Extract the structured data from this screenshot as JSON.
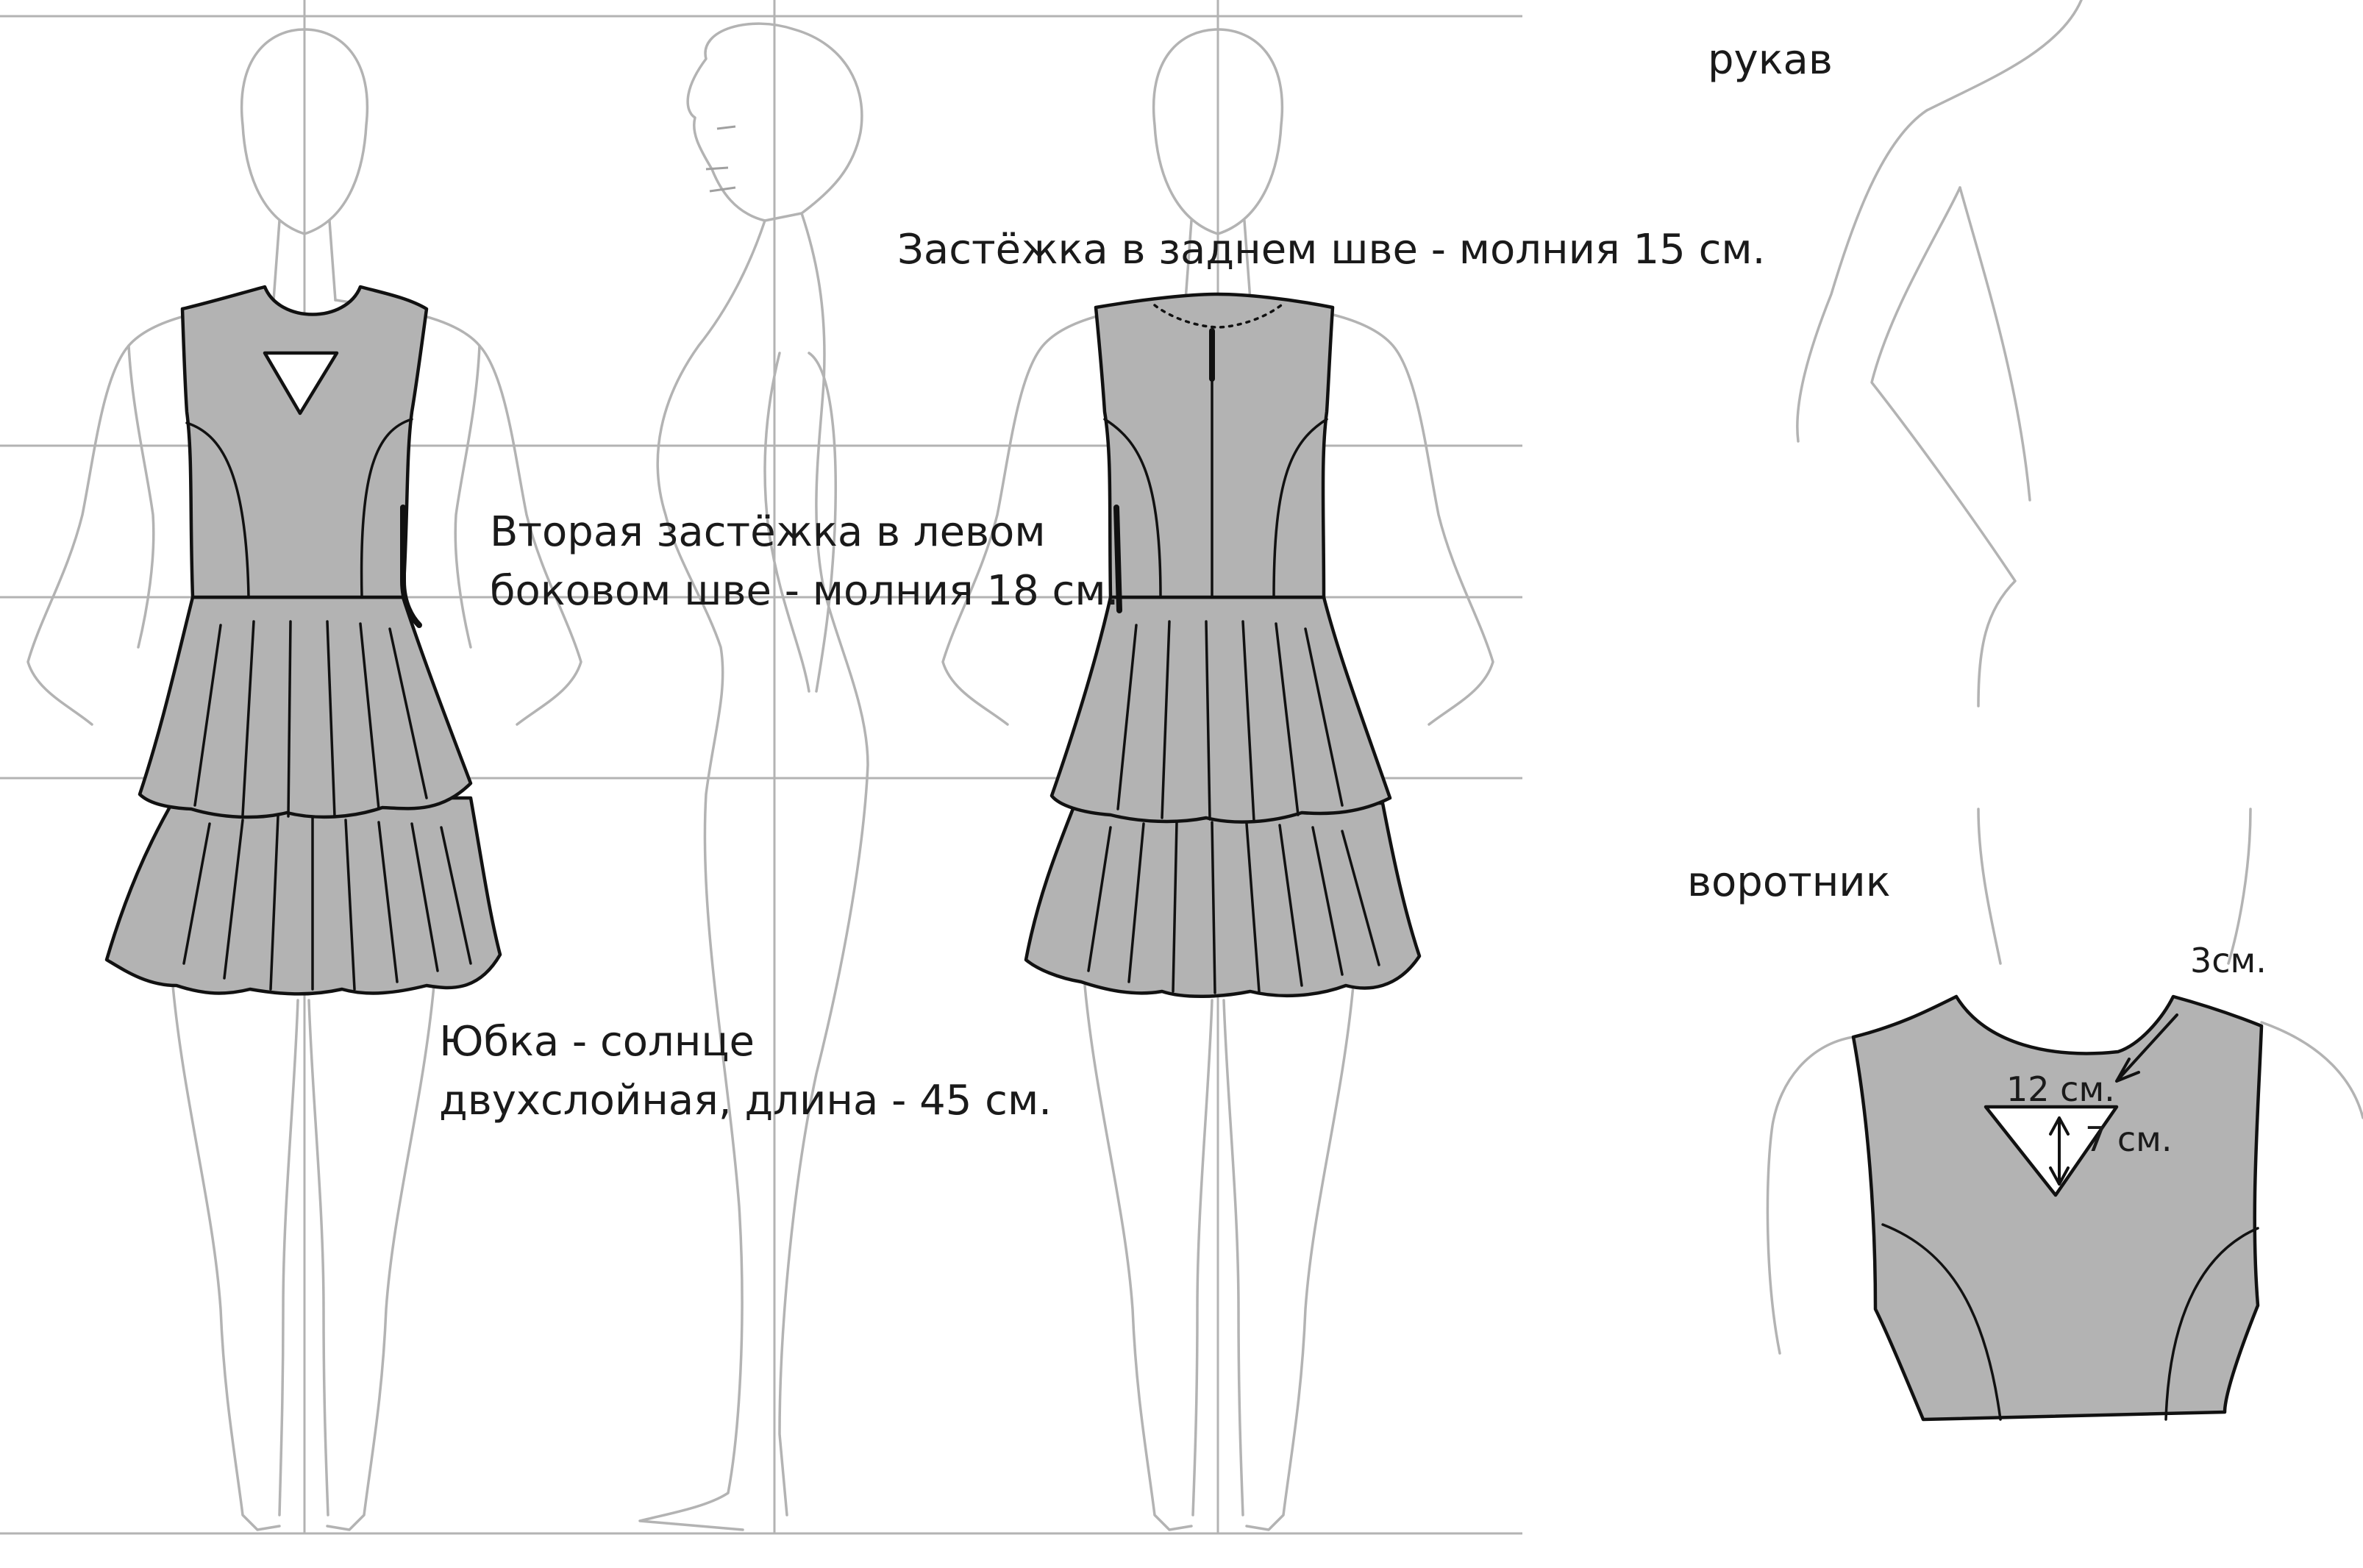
{
  "notes": {
    "back_zipper": "Застёжка в заднем шве - молния 15 см.",
    "side_zipper_line1": "Вторая застёжка в левом",
    "side_zipper_line2": "боковом шве - молния 18 см.",
    "skirt_line1": "Юбка - солнце",
    "skirt_line2": "двухслойная, длина - 45 см."
  },
  "sleeve_detail": {
    "title": "рукав"
  },
  "collar_detail": {
    "title": "воротник",
    "dim_offset": "3см.",
    "dim_width": "12 см.",
    "dim_depth": "7 см."
  },
  "colors": {
    "fabric": "#b3b3b3",
    "outline": "#111111",
    "figure": "#b3b3b3"
  }
}
